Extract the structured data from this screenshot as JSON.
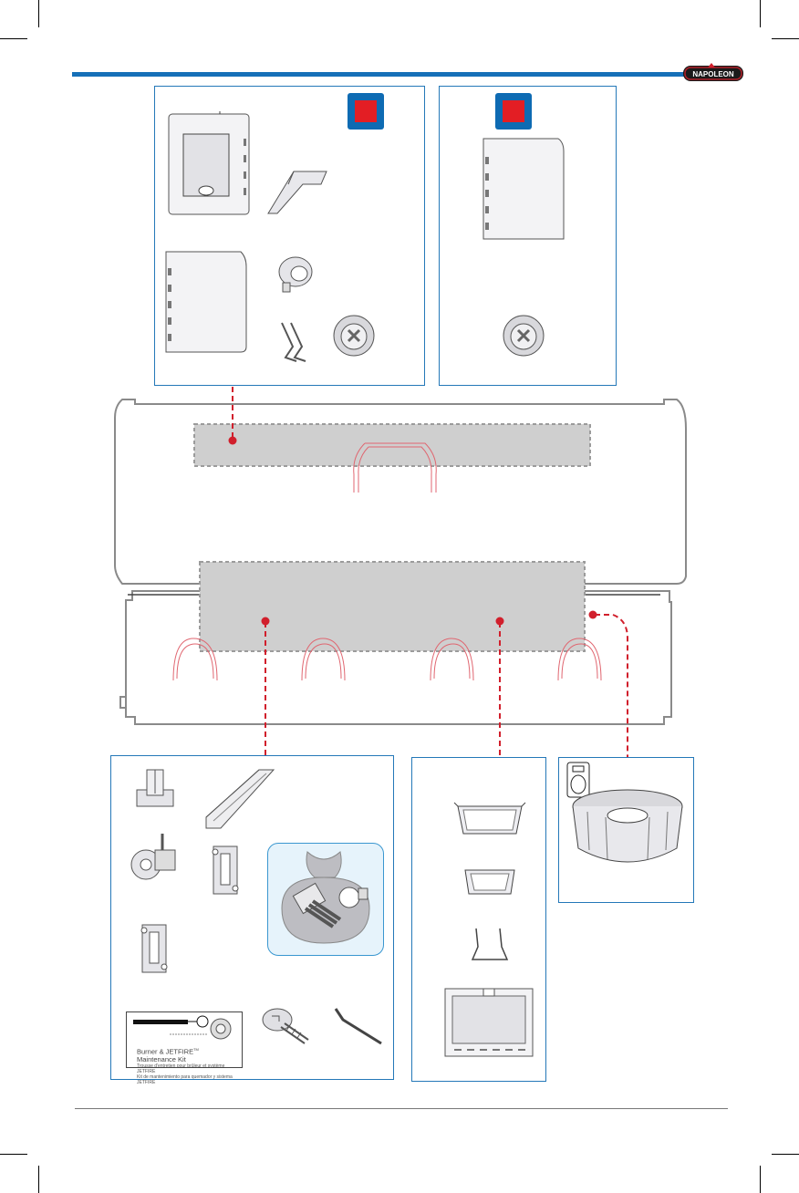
{
  "brand": {
    "logo_text": "NAPOLEON",
    "accent_color": "#1670b8",
    "callout_color": "#d11f2c",
    "badge_color": "#e31e24"
  },
  "kit_card": {
    "title_part1": "Burner & JETFIRE",
    "title_sup": "TM",
    "title_part2": " Maintenance Kit",
    "line_fr": "Trousse d'entretien pour brûleur et système JETFIRE",
    "line_es": "Kit de mantenimiento para quemador y sistema JETFIRE"
  },
  "icons": [
    "left-panel-with-door-icon",
    "tray-icon",
    "side-panel-icon",
    "latch-icon",
    "spring-clip-icon",
    "knob-icon",
    "right-panel-icon",
    "bracket-icon",
    "heat-shield-icon",
    "valve-icon",
    "ignition-module-icon",
    "burner-tube-detail-icon",
    "maintenance-kit-icon",
    "bolt-icon",
    "allen-key-icon",
    "drip-pan-icon",
    "grease-tray-icon",
    "wire-hanger-icon",
    "drawer-icon",
    "propane-tank-icon",
    "side-burner-ring-icon"
  ]
}
